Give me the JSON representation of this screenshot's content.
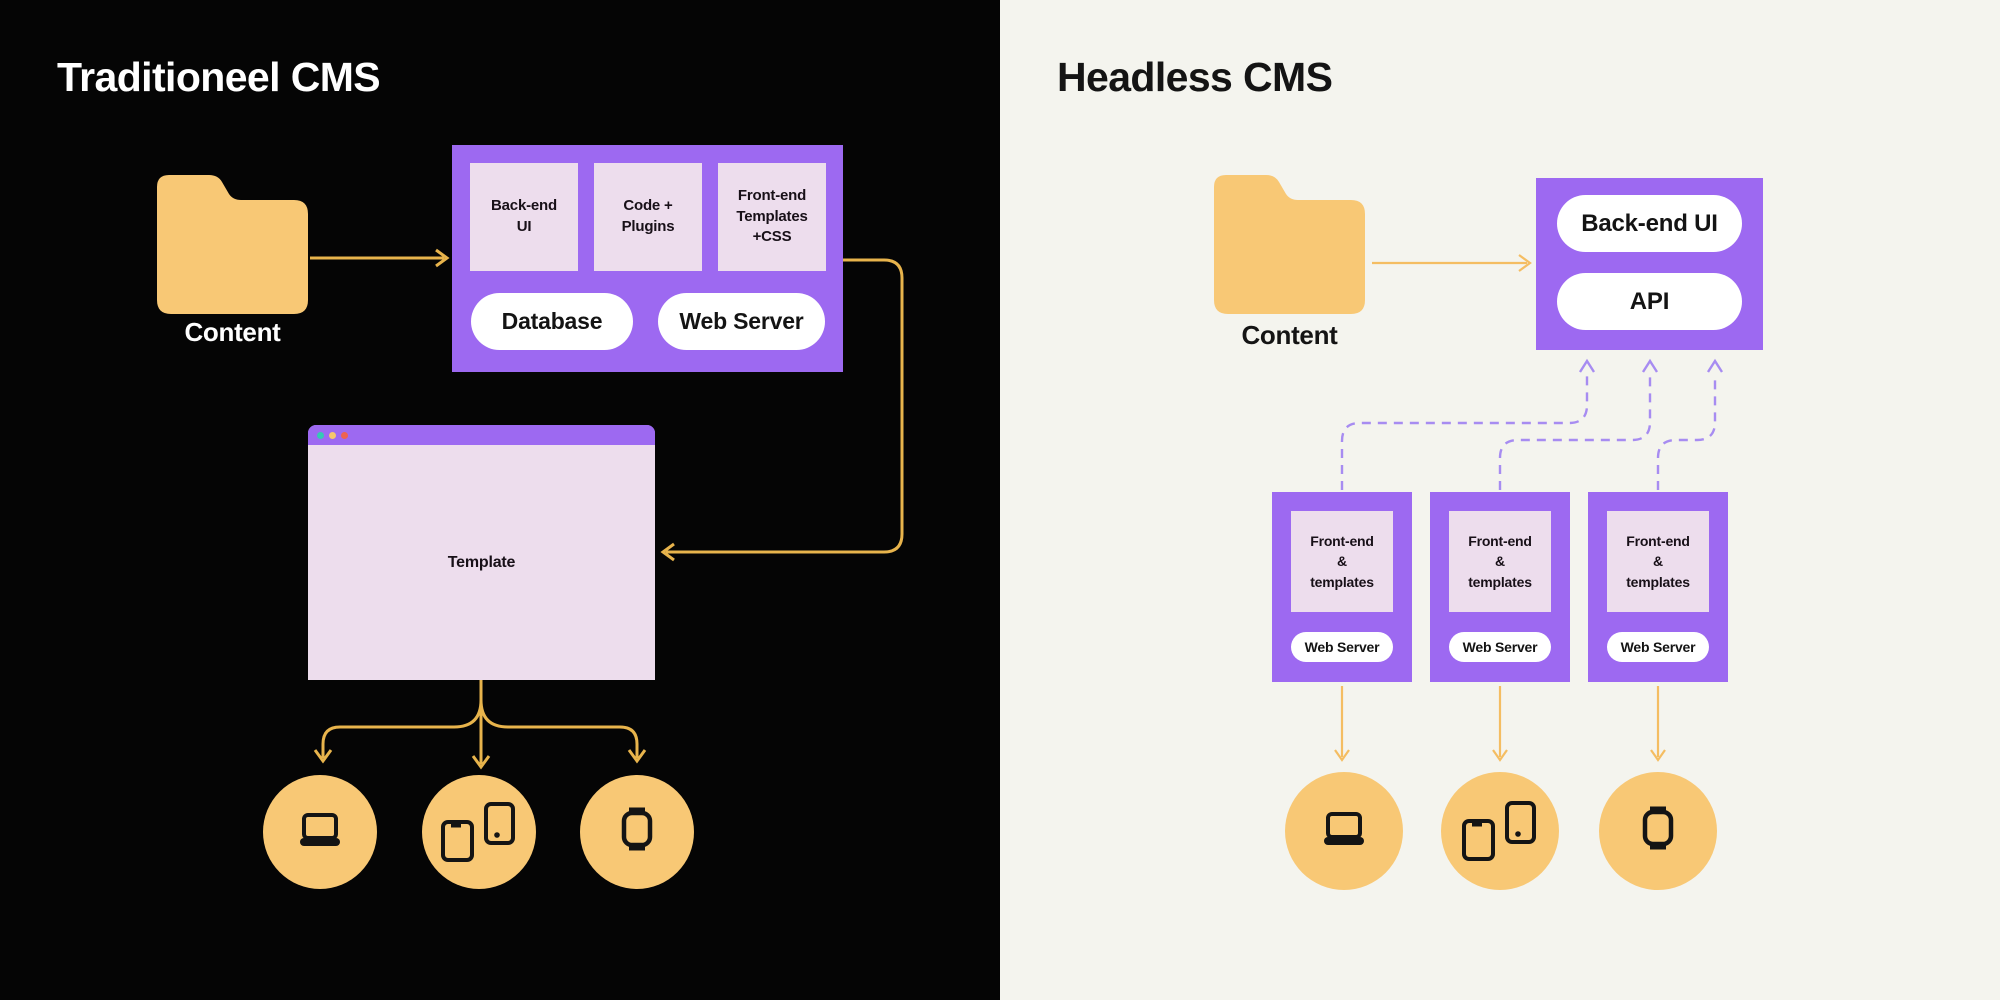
{
  "colors": {
    "left_background": "#050505",
    "right_background": "#F4F4EE",
    "purple": "#9D69F1",
    "lavender": "#EDDDED",
    "folder_yellow": "#F8C875",
    "arrow_gold_left": "#E8B44C",
    "arrow_gold_right": "#F4BD62",
    "dashed_purple": "#A78CF1",
    "pill_white": "#FFFFFF",
    "text_dark": "#141414",
    "text_light": "#FFFFFF",
    "window_dot_green": "#35C9B4",
    "window_dot_yellow": "#F6C76C",
    "window_dot_red": "#EE6352"
  },
  "left": {
    "title": "Traditioneel CMS",
    "folder_label": "Content",
    "folder_icon": "folder-icon",
    "cms_box": {
      "modules": [
        "Back-end\nUI",
        "Code +\nPlugins",
        "Front-end\nTemplates\n+CSS"
      ],
      "pills": [
        "Database",
        "Web Server"
      ]
    },
    "window": {
      "label": "Template",
      "dots": [
        "green-dot",
        "yellow-dot",
        "red-dot"
      ]
    },
    "devices": [
      "laptop-icon",
      "tablet-and-phone-icon",
      "smartwatch-icon"
    ]
  },
  "right": {
    "title": "Headless CMS",
    "folder_label": "Content",
    "folder_icon": "folder-icon",
    "api_box": {
      "pills": [
        "Back-end UI",
        "API"
      ]
    },
    "frontends": [
      {
        "label": "Front-end\n&\ntemplates",
        "pill": "Web Server"
      },
      {
        "label": "Front-end\n&\ntemplates",
        "pill": "Web Server"
      },
      {
        "label": "Front-end\n&\ntemplates",
        "pill": "Web Server"
      }
    ],
    "devices": [
      "laptop-icon",
      "tablet-and-phone-icon",
      "smartwatch-icon"
    ]
  }
}
